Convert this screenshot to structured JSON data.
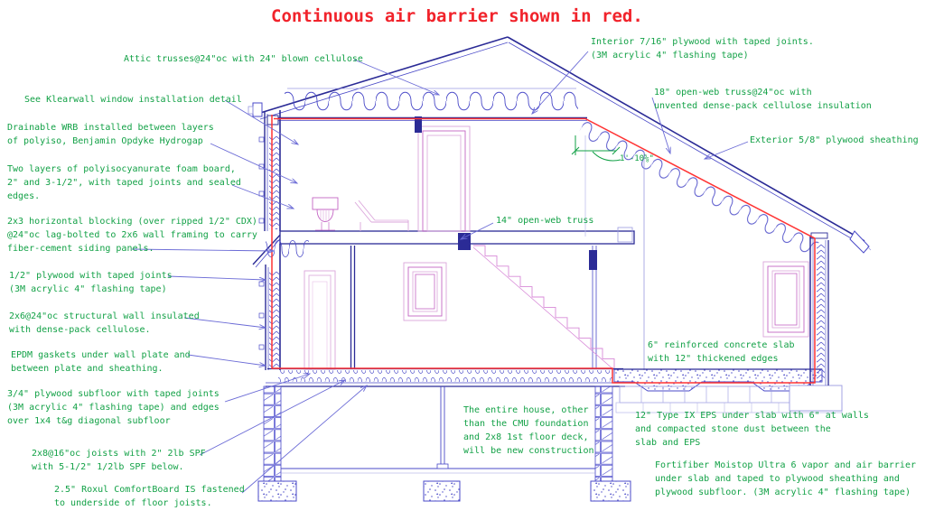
{
  "title": "Continuous air barrier shown in red.",
  "labels": {
    "attic": "Attic trusses@24\"oc with 24\" blown cellulose",
    "klearwall": "See Klearwall window installation detail",
    "wrb": "Drainable WRB installed between layers\nof polyiso, Benjamin Opdyke Hydrogap",
    "polyiso": "Two layers of polyisocyanurate foam board,\n2\" and 3-1/2\", with taped joints and sealed\nedges.",
    "blocking": "2x3 horizontal blocking (over ripped 1/2\" CDX)\n@24\"oc lag-bolted to 2x6 wall framing to carry\nfiber-cement siding panels.",
    "half_plywood": "1/2\" plywood with taped joints\n(3M acrylic 4\" flashing tape)",
    "wall_2x6": "2x6@24\"oc structural wall insulated\nwith dense-pack cellulose.",
    "epdm": "EPDM gaskets under wall plate and\nbetween plate and sheathing.",
    "subfloor": "3/4\" plywood subfloor with taped joints\n(3M acrylic 4\" flashing tape) and edges\nover 1x4 t&g diagonal subfloor",
    "joists": "2x8@16\"oc joists with 2\" 2lb SPF\nwith 5-1/2\" 1/2lb SPF below.",
    "roxul": "2.5\" Roxul ComfortBoard IS fastened\nto underside of floor joists.",
    "interior_plywood": "Interior 7/16\" plywood with taped joints.\n(3M acrylic 4\" flashing tape)",
    "truss_18": "18\" open-web truss@24\"oc with\nunvented dense-pack cellulose insulation",
    "exterior_plywood": "Exterior 5/8\" plywood sheathing",
    "truss_14": "14\" open-web truss",
    "slab": "6\" reinforced concrete slab\nwith 12\" thickened edges",
    "eps": "12\" Type IX EPS under slab with 6\" at walls\nand compacted stone dust between the\nslab and EPS",
    "moistop": "Fortifiber Moistop Ultra 6 vapor and air barrier\nunder slab and taped to plywood sheathing and\nplywood subfloor. (3M acrylic 4\" flashing tape)",
    "new_construction": "The entire house, other\nthan the CMU foundation\nand 2x8 1st floor deck,\nwill be new construction",
    "dimension": "1'-10⅝\""
  },
  "colors": {
    "title_red": "#f1232b",
    "annotation_green": "#12a146",
    "drawing_blue": "#4a4ac8",
    "drawing_dark_blue": "#2b2b96",
    "drawing_light_blue": "#9a9ae0",
    "furniture_magenta": "#c465c4",
    "furniture_light_pink": "#dba6db",
    "air_barrier_red": "#ff3333",
    "leader_blue": "#6b6bd6"
  }
}
